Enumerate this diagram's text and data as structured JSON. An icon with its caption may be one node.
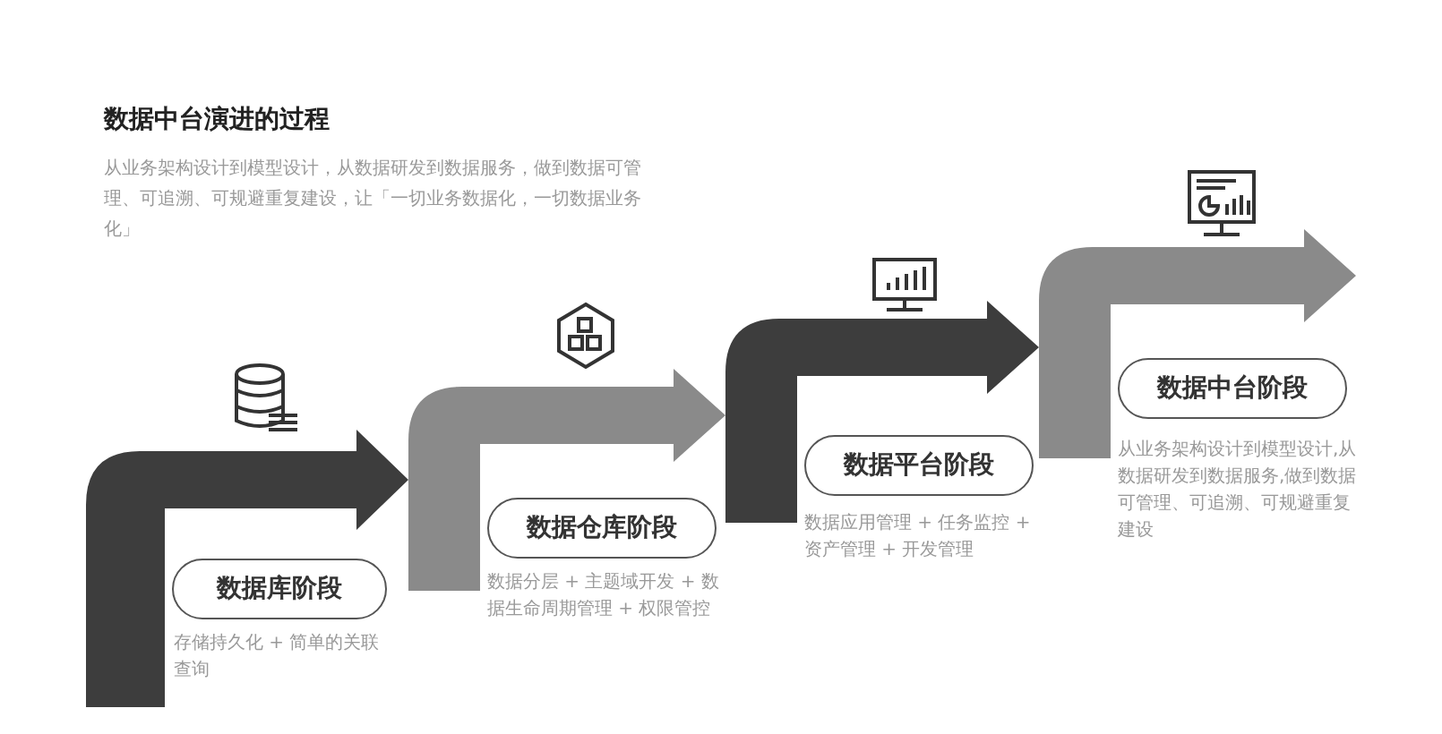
{
  "diagram": {
    "title": "数据中台演进的过程",
    "nodes": [
      {
        "text": [
          "数据库阶段"
        ],
        "beside": [
          "存储持久化 + 简单的关联查询"
        ]
      },
      {
        "text": [
          "数据仓库阶段"
        ],
        "beside": [
          "数据分层 + 主题域开发 + 数据生命周期管理 + 权限管控"
        ]
      },
      {
        "text": [
          "数据平台阶段"
        ],
        "beside": [
          "数据应用管理 + 任务监控 + 资产管理 + 开发管理"
        ]
      },
      {
        "text": [
          "数据中台阶段"
        ],
        "beside": [
          "从业务架构设计到模型设计,从数据研发到数据服务,做到数据可管理、可追溯、可规避重复建设"
        ]
      }
    ],
    "edges": [
      {
        "from": 0,
        "to": 1,
        "arrow": "to"
      },
      {
        "from": 1,
        "to": 2,
        "arrow": "to"
      },
      {
        "from": 2,
        "to": 3,
        "arrow": "to"
      },
      {
        "from": 3,
        "to": null,
        "arrow": "to"
      }
    ],
    "labels": [
      "从业务架构设计到模型设计，从数据研发到数据服务，做到数据可管理、可追溯、可规避重复建设，让「一切业务数据化，一切数据业务化」"
    ]
  }
}
